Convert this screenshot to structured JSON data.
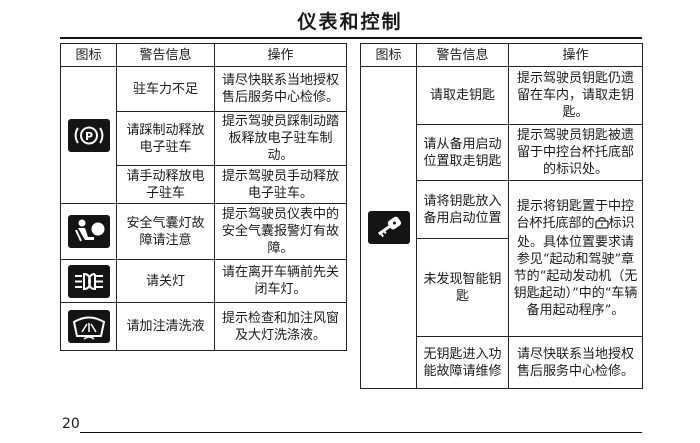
{
  "page_title": "仪表和控制",
  "page_number": "20",
  "headers": {
    "icon": "图标",
    "warning": "警告信息",
    "operation": "操作"
  },
  "left_rows": [
    {
      "icon": "brake-icon",
      "warning": "驻车力不足",
      "operation": "请尽快联系当地授权售后服务中心检修。"
    },
    {
      "warning": "请踩制动释放电子驻车",
      "operation": "提示驾驶员踩制动踏板释放电子驻车制动。"
    },
    {
      "warning": "请手动释放电子驻车",
      "operation": "提示驾驶员手动释放电子驻车。"
    },
    {
      "icon": "airbag-icon",
      "warning": "安全气囊灯故障请注意",
      "operation": "提示驾驶员仪表中的安全气囊报警灯有故障。"
    },
    {
      "icon": "headlight-icon",
      "warning": "请关灯",
      "operation": "请在离开车辆前先关闭车灯。"
    },
    {
      "icon": "washer-fluid-icon",
      "warning": "请加注清洗液",
      "operation": "提示检查和加注风窗及大灯洗涤液。"
    }
  ],
  "right_rows": [
    {
      "icon": "key-icon",
      "warning": "请取走钥匙",
      "operation": "提示驾驶员钥匙仍遗留在车内，请取走钥匙。"
    },
    {
      "warning": "请从备用启动位置取走钥匙",
      "operation": "提示驾驶员钥匙被遗留于中控台杯托底部的标识处。"
    },
    {
      "warning": "请将钥匙放入备用启动位置",
      "operation_before_icon": "提示将钥匙置于中控台杯托底部的",
      "operation_after_icon": "标识处。具体位置要求请参见“起动和驾驶”章节的“起动发动机（无钥匙起动）”中的“车辆备用起动程序”。",
      "operation_icon": "key-slot-icon"
    },
    {
      "warning": "未发现智能钥匙"
    },
    {
      "warning": "无钥匙进入功能故障请维修",
      "operation": "请尽快联系当地授权售后服务中心检修。"
    }
  ]
}
